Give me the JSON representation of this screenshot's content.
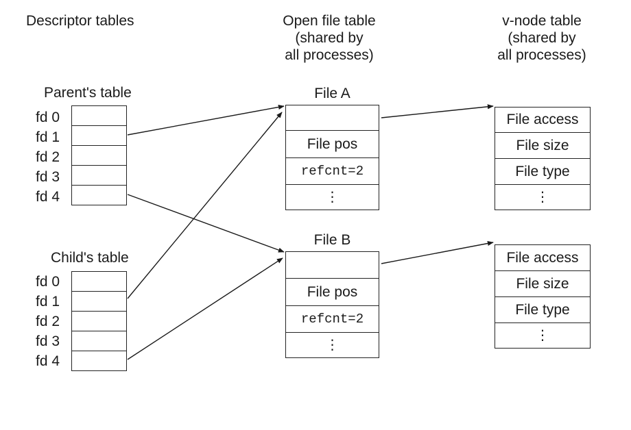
{
  "headings": {
    "descriptor": "Descriptor tables",
    "open_file": [
      "Open file table",
      "(shared by",
      "all processes)"
    ],
    "vnode": [
      "v-node table",
      "(shared by",
      "all processes)"
    ]
  },
  "parent_table": {
    "title": "Parent's table",
    "fds": [
      "fd 0",
      "fd 1",
      "fd 2",
      "fd 3",
      "fd 4"
    ]
  },
  "child_table": {
    "title": "Child's table",
    "fds": [
      "fd 0",
      "fd 1",
      "fd 2",
      "fd 3",
      "fd 4"
    ]
  },
  "file_a": {
    "title": "File A",
    "pos": "File pos",
    "refcnt": "refcnt=2",
    "dots": "⋮"
  },
  "file_b": {
    "title": "File B",
    "pos": "File pos",
    "refcnt": "refcnt=2",
    "dots": "⋮"
  },
  "vnode_a": {
    "access": "File access",
    "size": "File size",
    "type": "File type",
    "dots": "⋮"
  },
  "vnode_b": {
    "access": "File access",
    "size": "File size",
    "type": "File type",
    "dots": "⋮"
  }
}
